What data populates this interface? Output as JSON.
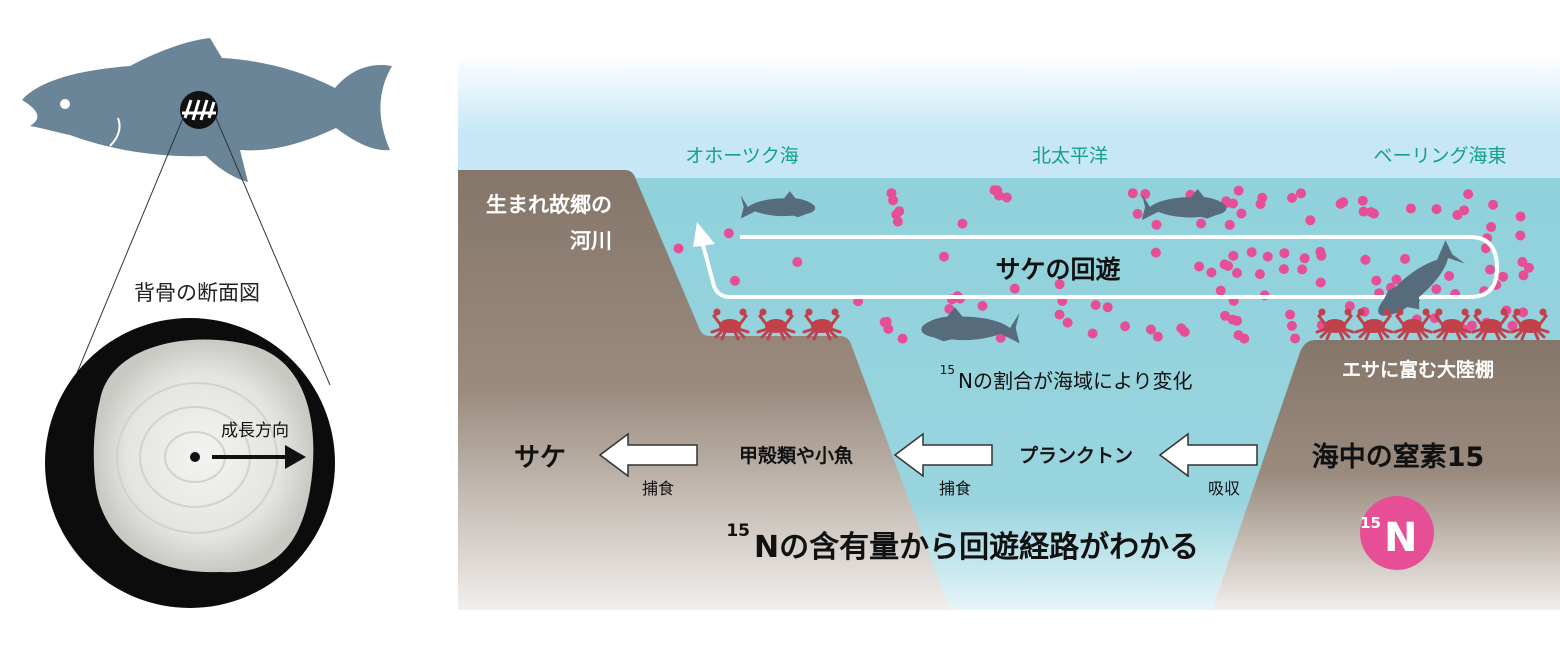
{
  "left_panel": {
    "cross_section_label": "背骨の断面図",
    "growth_direction_label": "成長方向"
  },
  "regions": {
    "okhotsk": "オホーツク海",
    "north_pacific": "北太平洋",
    "bering_east": "ベーリング海東"
  },
  "labels": {
    "home_river_line1": "生まれ故郷の",
    "home_river_line2": "河川",
    "migration": "サケの回遊",
    "n15_ratio_sup": "15",
    "n15_ratio": "Nの割合が海域により変化",
    "continental_shelf": "エサに富む大陸棚",
    "n15_conclusion_sup": "15",
    "n15_conclusion": "Nの含有量から回遊経路がわかる"
  },
  "food_chain": {
    "salmon": "サケ",
    "crustaceans_fish": "甲殻類や小魚",
    "plankton": "プランクトン",
    "nitrogen15": "海中の窒素15",
    "predation1": "捕食",
    "predation2": "捕食",
    "absorption": "吸収"
  },
  "badge": {
    "sup": "15",
    "symbol": "N"
  },
  "colors": {
    "fish": "#6a8597",
    "sea_fish": "#566b7c",
    "water": "#90d1dc",
    "sky": "#c7e7f6",
    "land": "#85766a",
    "dot": "#e64f96",
    "crab": "#c0414a",
    "region_text": "#14a08c"
  }
}
